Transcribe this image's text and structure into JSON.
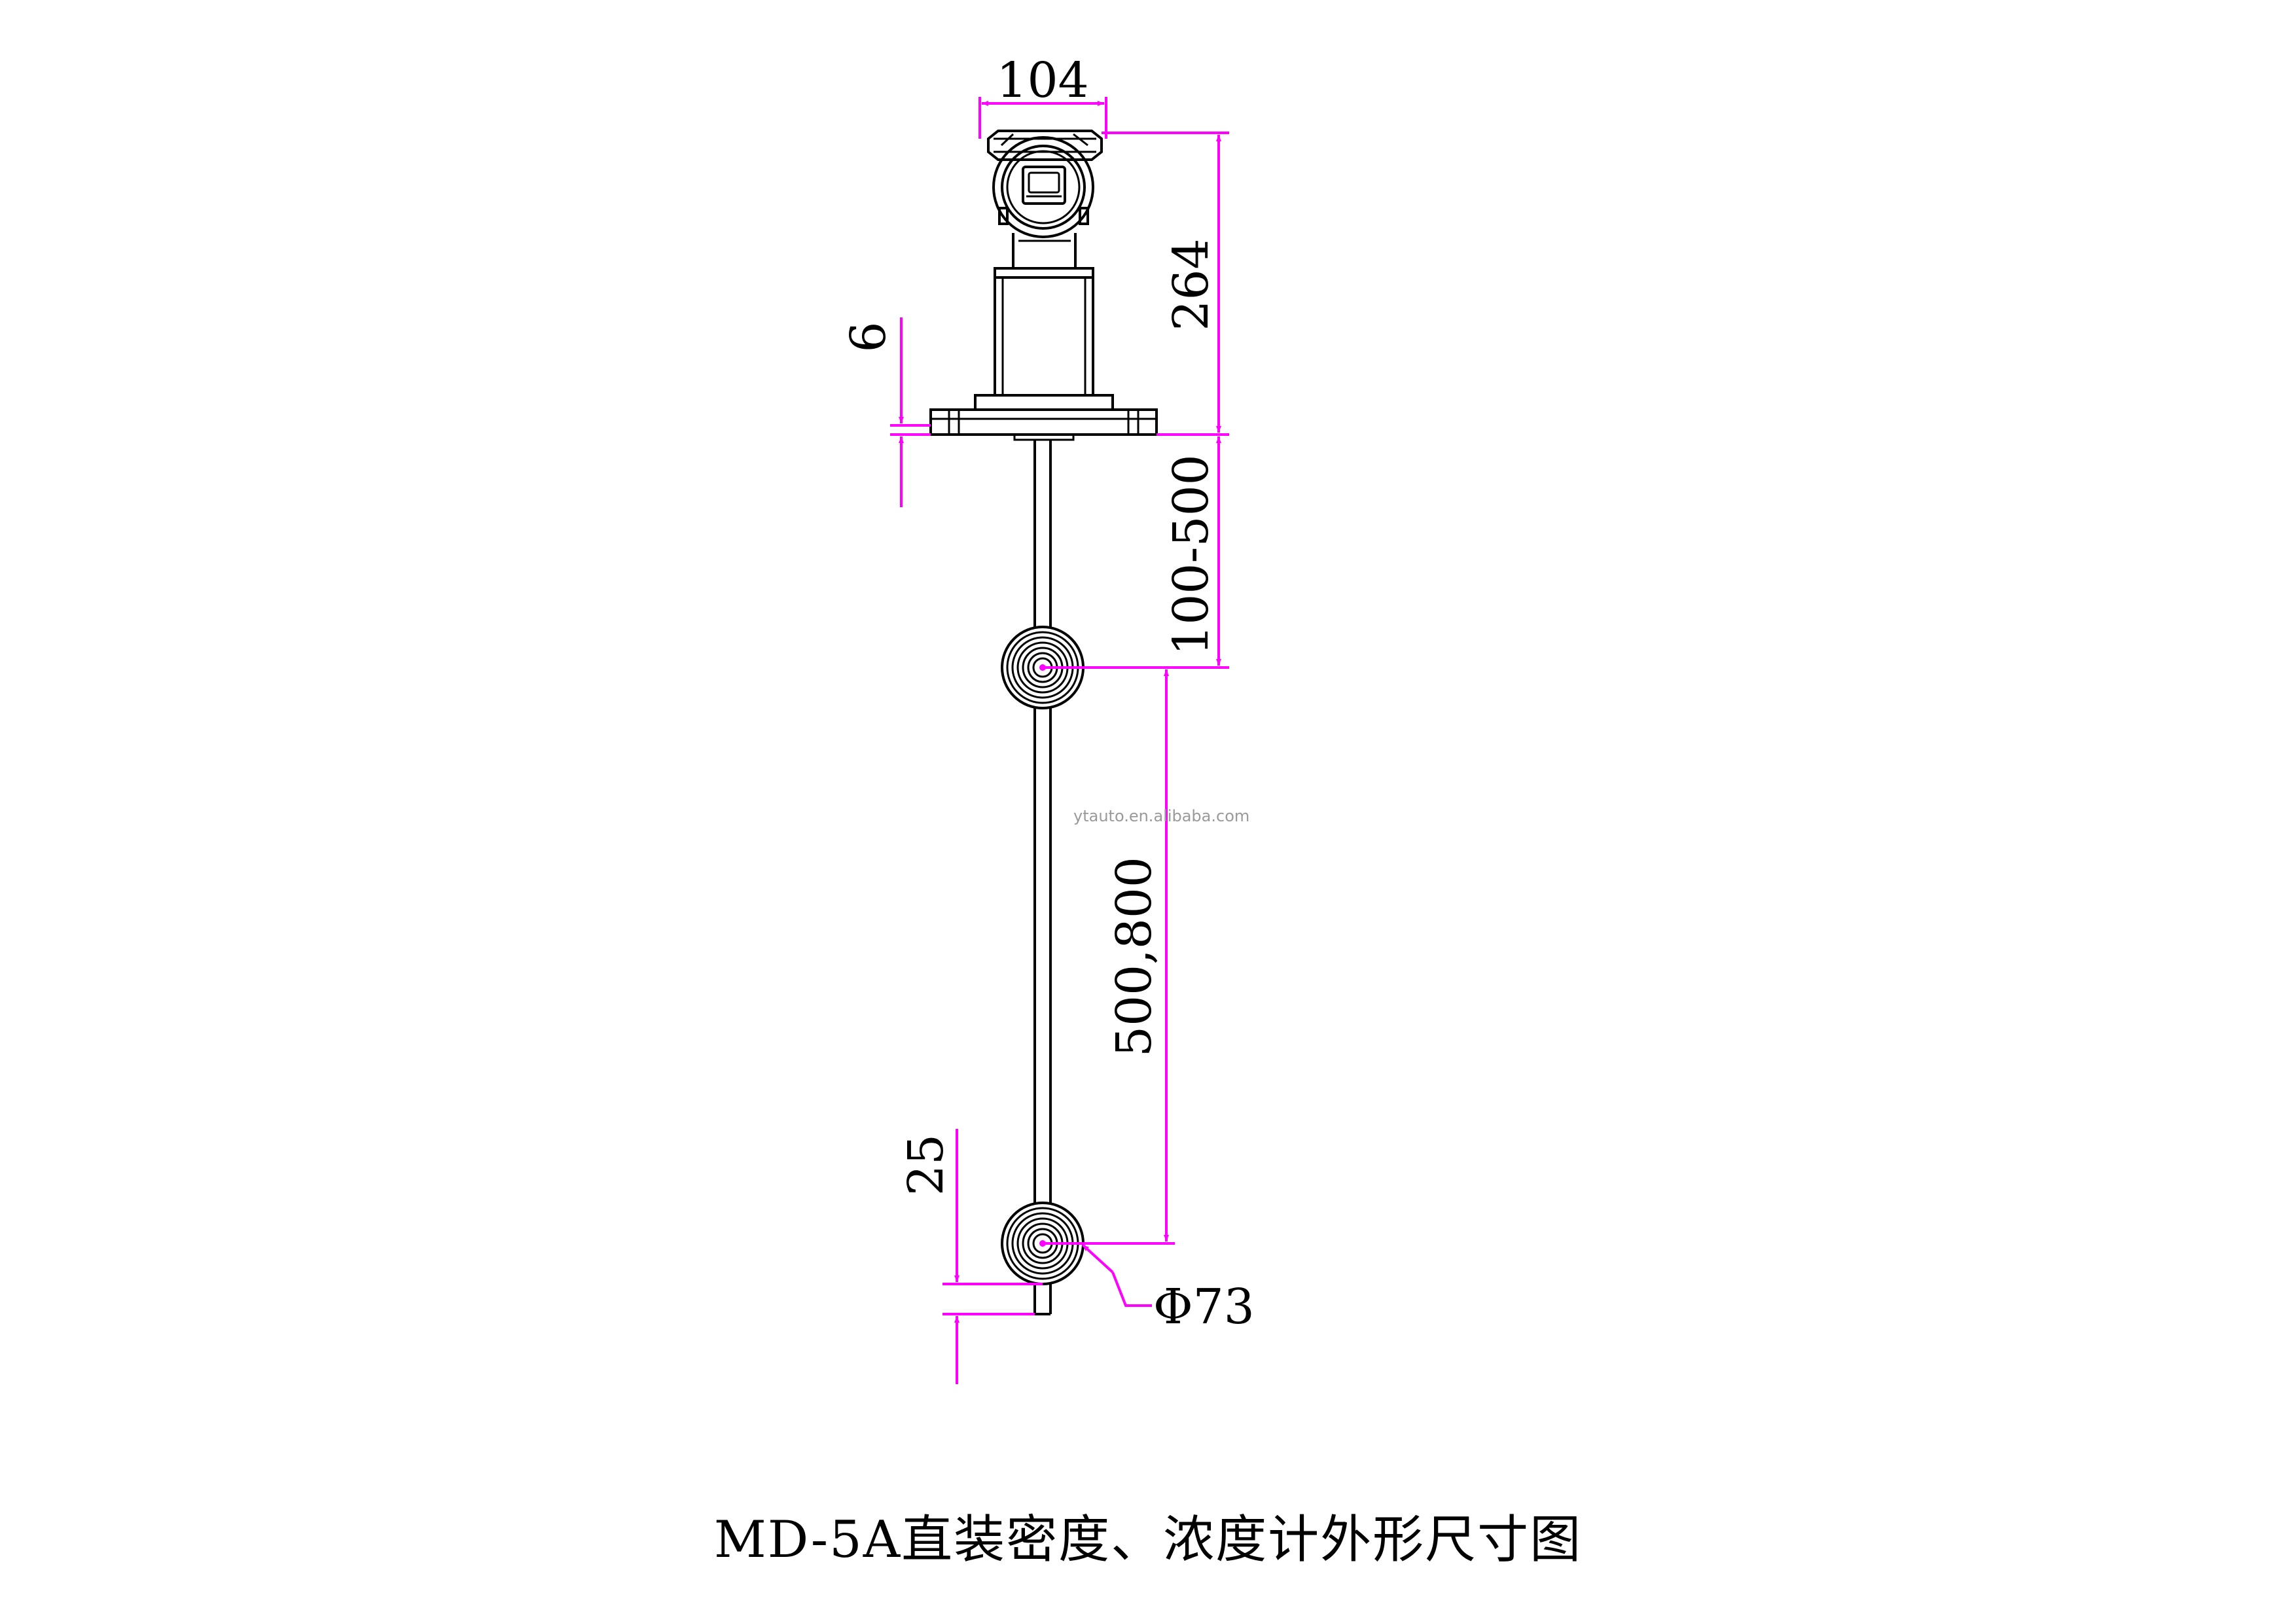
{
  "title": "MD-5A直装密度、浓度计外形尺寸图",
  "watermark": "ytauto.en.alibaba.com",
  "dimensions": {
    "head_width": "104",
    "head_height": "264",
    "flange_thickness": "6",
    "insertion_length": "100-500",
    "float_spacing": "500,800",
    "bottom_tip": "25",
    "float_diameter": "Φ73"
  },
  "colors": {
    "dimension_line": "#ff00ff",
    "outline": "#000000",
    "background": "#ffffff"
  }
}
